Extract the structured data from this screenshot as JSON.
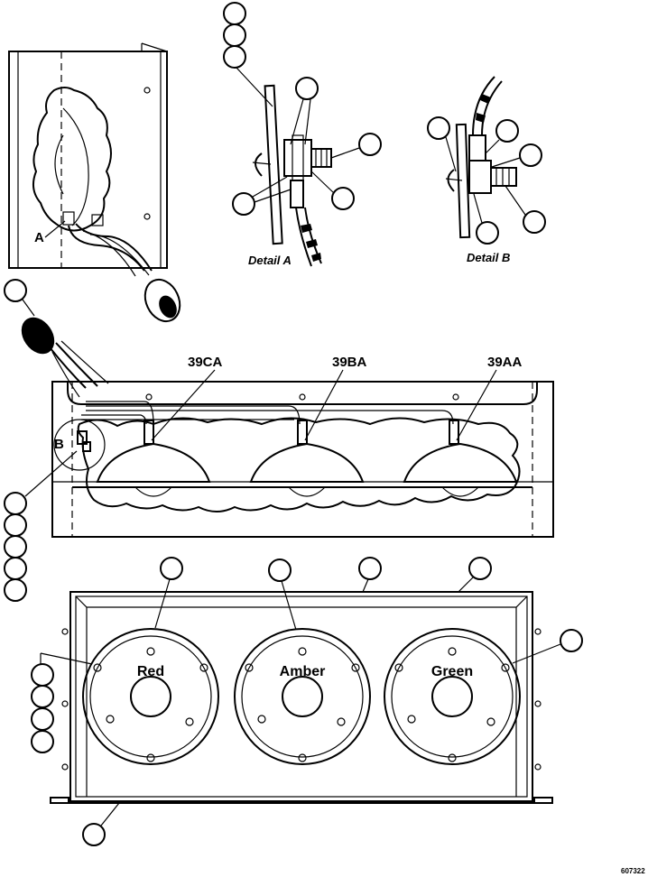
{
  "labels": {
    "ref_a": "A",
    "ref_b": "B",
    "wire_c": "39CA",
    "wire_b": "39BA",
    "wire_a": "39AA",
    "detail_a": "Detail A",
    "detail_b": "Detail B",
    "lamp_red": "Red",
    "lamp_amber": "Amber",
    "lamp_green": "Green",
    "drawing_number": "607322"
  }
}
